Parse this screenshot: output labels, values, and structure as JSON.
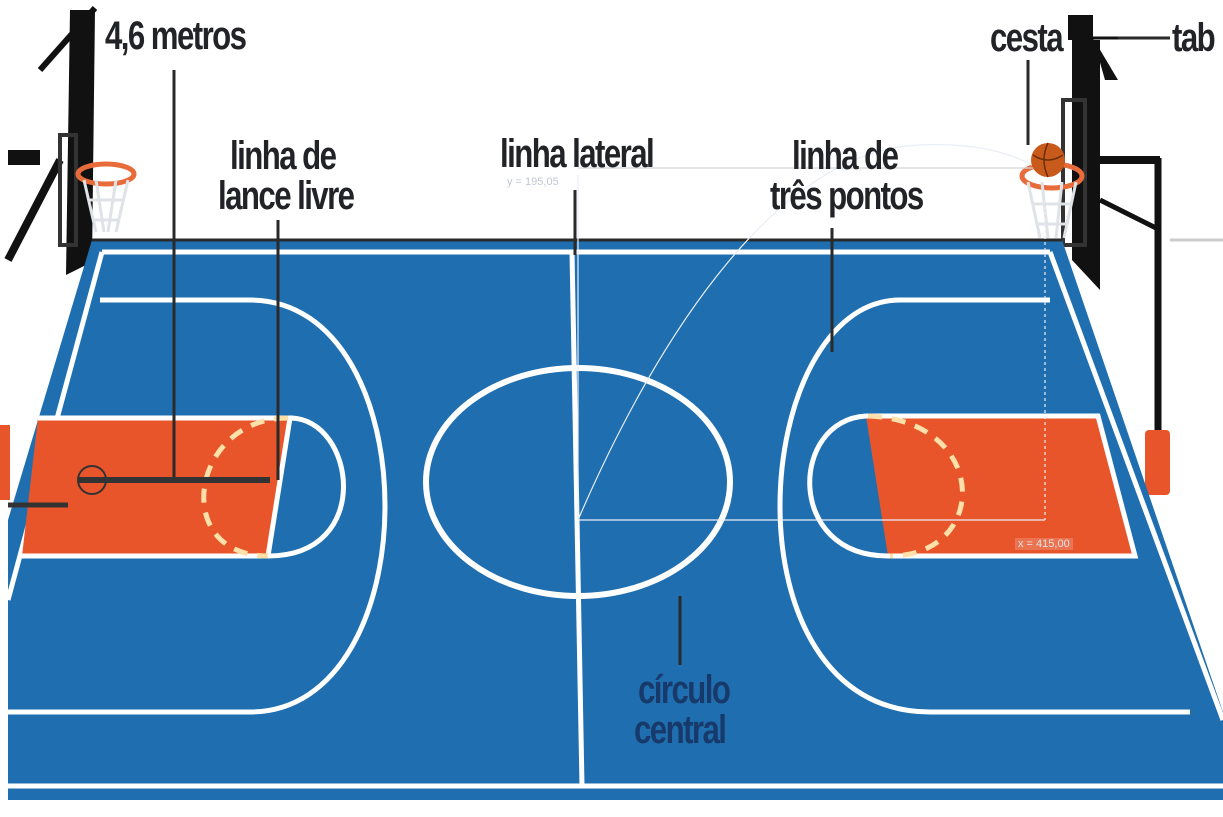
{
  "labels": {
    "distance": "4,6 metros",
    "free_throw_line_l1": "linha de",
    "free_throw_line_l2": "lance livre",
    "sideline": "linha lateral",
    "three_point_l1": "linha de",
    "three_point_l2": "três pontos",
    "basket": "cesta",
    "backboard": "tab",
    "center_circle_l1": "círculo",
    "center_circle_l2": "central"
  },
  "readouts": {
    "y_value": "y = 195,05",
    "x_value": "x = 415,00"
  },
  "colors": {
    "court_blue": "#1f6fb0",
    "paint_orange": "#e8552a",
    "line_white": "#ffffff",
    "label_dark": "#222326",
    "label_blue": "#183a6b"
  }
}
